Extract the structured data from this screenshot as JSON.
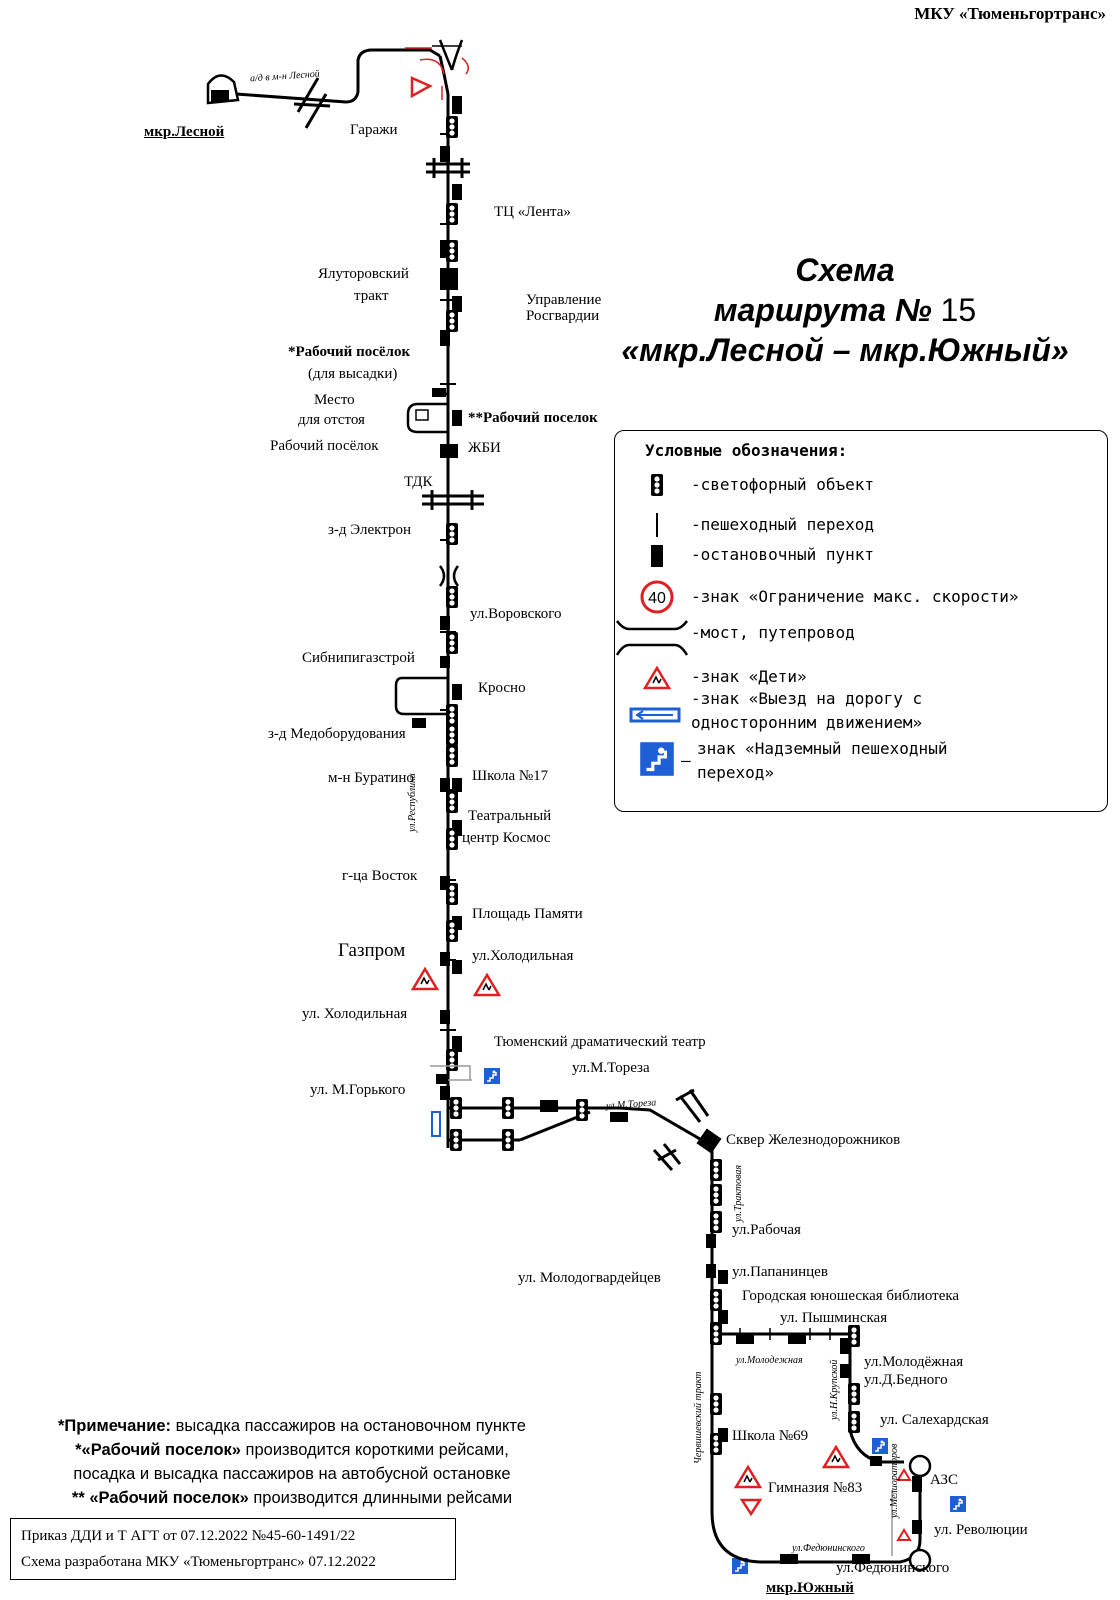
{
  "org": "МКУ «Тюменьгортранс»",
  "title": {
    "line1": "Схема",
    "line2a": "маршрута №",
    "line2b": " 15",
    "line3": "«мкр.Лесной – мкр.Южный»"
  },
  "legend": {
    "title": "Условные обозначения:",
    "items": [
      {
        "icon": "traffic-light-icon",
        "text": "-светофорный объект"
      },
      {
        "icon": "pedestrian-crossing-icon",
        "text": "-пешеходный переход"
      },
      {
        "icon": "bus-stop-icon",
        "text": "-остановочный пункт"
      },
      {
        "icon": "speed-limit-sign-icon",
        "sign_value": "40",
        "text": "-знак «Ограничение макс. скорости»"
      },
      {
        "icon": "bridge-icon",
        "text": "-мост, путепровод"
      },
      {
        "icon": "children-sign-icon",
        "text": "-знак «Дети»"
      },
      {
        "icon": "one-way-exit-sign-icon",
        "text1": "-знак «Выезд на дорогу с",
        "text2": "односторонним движением»"
      },
      {
        "icon": "overpass-crossing-sign-icon",
        "text1": "знак «Надземный пешеходный",
        "text2": "переход»",
        "dash": "–"
      }
    ]
  },
  "stops": {
    "lesnoy": "мкр.Лесной",
    "garazhi": "Гаражи",
    "lenta": "ТЦ «Лента»",
    "yalut1": "Ялуторовский",
    "yalut2": "тракт",
    "rosgv1": "Управление",
    "rosgv2": "Росгвардии",
    "rab_high": "*Рабочий посёлок",
    "rab_high2": "(для высадки)",
    "mesto1": "Место",
    "mesto2": "для отстоя",
    "rab_long": "**Рабочий поселок",
    "rab_left": "Рабочий посёлок",
    "zhbi": "ЖБИ",
    "tdk": "ТДК",
    "elektron": "з-д Электрон",
    "vorovsk": "ул.Воровского",
    "sibnipi": "Сибнипигазстрой",
    "krosno": "Кросно",
    "medob": "з-д Медоборудования",
    "burat": "м-н Буратино",
    "school17": "Школа №17",
    "teatr1": "Театральный",
    "teatr2": "центр Космос",
    "vostok": "г-ца Восток",
    "pamyat": "Площадь Памяти",
    "gazprom": "Газпром",
    "holod_r": "ул.Холодильная",
    "holod_l": "ул. Холодильная",
    "dramteatr": "Тюменский драматический театр",
    "gorkogo": "ул. М.Горького",
    "toreza": "ул.М.Тореза",
    "skver": "Сквер Железнодорожников",
    "rabochaya": "ул.Рабочая",
    "molodogv": "ул. Молодогвардейцев",
    "papanin": "ул.Папанинцев",
    "bibl": "Городская юношеская библиотека",
    "pyshm": "ул. Пышминская",
    "molodezh": "ул.Молодёжная",
    "bednogo": "ул.Д.Бедного",
    "salekh": "ул. Салехардская",
    "school69": "Школа №69",
    "gimn": "Гимназия №83",
    "azs": "АЗС",
    "revol": "ул. Революции",
    "fedyun": "ул.Федюнинского",
    "yuzhny": "мкр.Южный"
  },
  "roads": {
    "ad_lesnoy": "а/д в м-н Лесной",
    "respubliki": "ул.Республики",
    "toreza_road": "ул.М.Тореза",
    "traktovaya": "ул.Трактовая",
    "molod_road": "ул.Молодежная",
    "nkrupskoy": "ул.Н.Крупской",
    "cherv": "Червишевский тракт",
    "fedyun_road": "ул.Федюнинского",
    "melioratorov": "ул.Мелиораторов"
  },
  "note": {
    "l1b": "*Примечание:",
    "l1": " высадка пассажиров на остановочном пункте",
    "l2b": "*«Рабочий поселок»",
    "l2": " производится короткими рейсами,",
    "l3": "посадка и высадка пассажиров на автобусной остановке",
    "l4b": "** «Рабочий поселок»",
    "l4": " производится длинными рейсами"
  },
  "order": {
    "l1": "Приказ ДДИ и Т АГТ от 07.12.2022 №45-60-1491/22",
    "l2": "Схема разработана МКУ «Тюменьгортранс» 07.12.2022"
  },
  "colors": {
    "line": "#000000",
    "sign_red": "#e02020",
    "sign_blue": "#1f5fd6"
  }
}
